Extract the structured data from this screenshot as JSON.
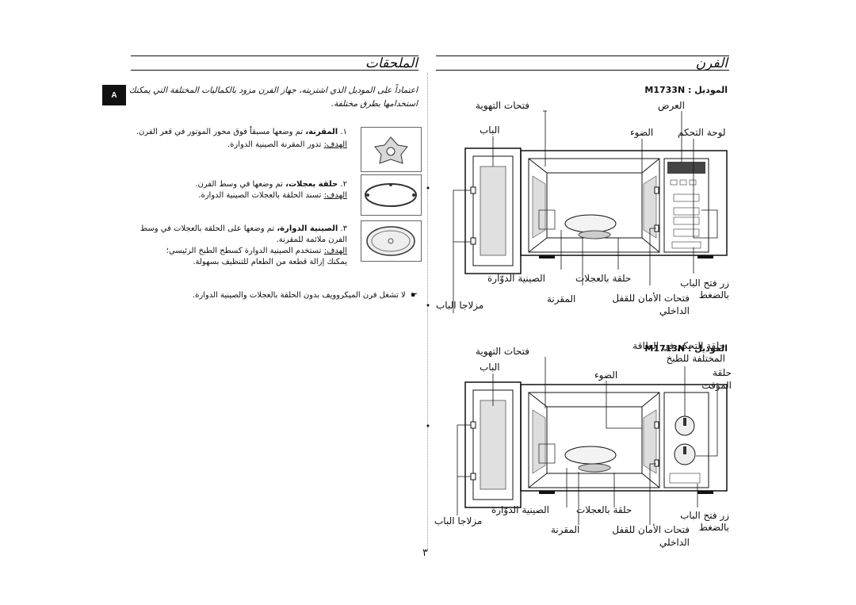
{
  "headers": {
    "left": "الملحقات",
    "right": "الفرن"
  },
  "tab": {
    "label": "A"
  },
  "accessories": {
    "intro_line1": "اعتماداً على الموديل الذي اشتريته، جهاز الفرن مزود بالكماليات المختلفة التي يمكنك",
    "intro_line2": "استخدامها بطرق مختلفة.",
    "items": [
      {
        "num": "١.",
        "title": "المقرنة،",
        "desc": "تم وضعها مسبقاً فوق محور الموتور في قعر الفرن.",
        "purpose_label": "الهدف:",
        "purpose": "تدور المقرنة الصينية الدوارة."
      },
      {
        "num": "٢.",
        "title": "حلقة بعجلات،",
        "desc": "تم وضعها في وسط الفرن.",
        "purpose_label": "الهدف:",
        "purpose": "تسند الحلقة بالعجلات الصينية الدوارة."
      },
      {
        "num": "٣.",
        "title": "الصينية الدوارة،",
        "desc": "تم وضعها على الحلقة بالعجلات في وسط",
        "desc2": "الفرن ملائمة للمقرنة.",
        "purpose_label": "الهدف:",
        "purpose": "تستخدم الصينية الدوارة كسطح الطبخ الرئيسي؛",
        "purpose2": "يمكنك إزالة قطعة من الطعام للتنظيف بسهولة."
      }
    ],
    "note": "لا تشغل فرن الميكروويف بدون الحلقة بالعجلات والصينية الدوارة."
  },
  "oven": {
    "model1": {
      "label": "الموديل : M1733N",
      "labels": {
        "ventilation": "فتحات التهوية",
        "display": "العرض",
        "door": "الباب",
        "light": "الضوء",
        "control_panel": "لوحة التحكم",
        "turntable": "الصينية الدوّارة",
        "roller_ring": "حلقة بالعجلات",
        "coupler": "المقرنة",
        "safety_holes": "فتحات الأمان للقفل الداخلي",
        "door_latches": "مزلاجا الباب",
        "door_button": "زر فتح الباب بالضغط"
      }
    },
    "model2": {
      "label": "الموديل : M1713N",
      "labels": {
        "ventilation": "فتحات التهوية",
        "door": "الباب",
        "light": "الضوء",
        "power_knob": "حلقة التحكم في الطاقة المختلفة للطبخ",
        "timer_knob": "حلقة المؤقت",
        "turntable": "الصينية الدوّارة",
        "roller_ring": "حلقة بالعجلات",
        "coupler": "المقرنة",
        "safety_holes": "فتحات الأمان للقفل الداخلي",
        "door_latches": "مزلاجا الباب",
        "door_button": "زر فتح الباب بالضغط"
      }
    }
  },
  "page_number": "٣"
}
